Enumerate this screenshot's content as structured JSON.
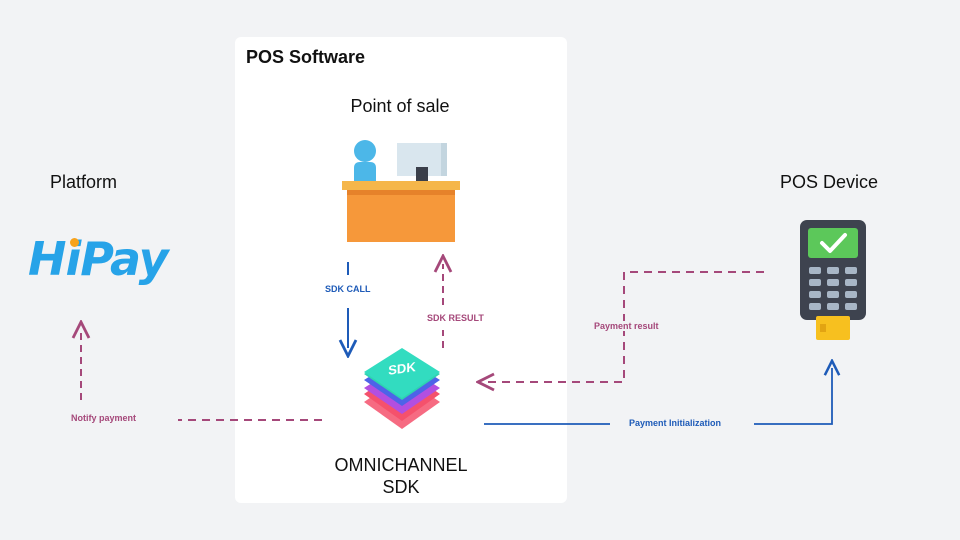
{
  "panel": {
    "title": "POS Software"
  },
  "point_of_sale": {
    "title": "Point of sale"
  },
  "platform": {
    "title": "Platform",
    "logo_text": "HiPay"
  },
  "device": {
    "title": "POS Device"
  },
  "sdk": {
    "title_line1": "OMNICHANNEL",
    "title_line2": "SDK",
    "badge": "SDK"
  },
  "labels": {
    "sdk_call": "SDK CALL",
    "sdk_result": "SDK RESULT",
    "payment_result": "Payment result",
    "notify_payment": "Notify payment",
    "payment_init": "Payment Initialization"
  },
  "colors": {
    "blue_arrow": "#1e5bb8",
    "mauve_arrow": "#a5487a",
    "logo": "#27a3e8",
    "logo_dot": "#f7a21b"
  }
}
